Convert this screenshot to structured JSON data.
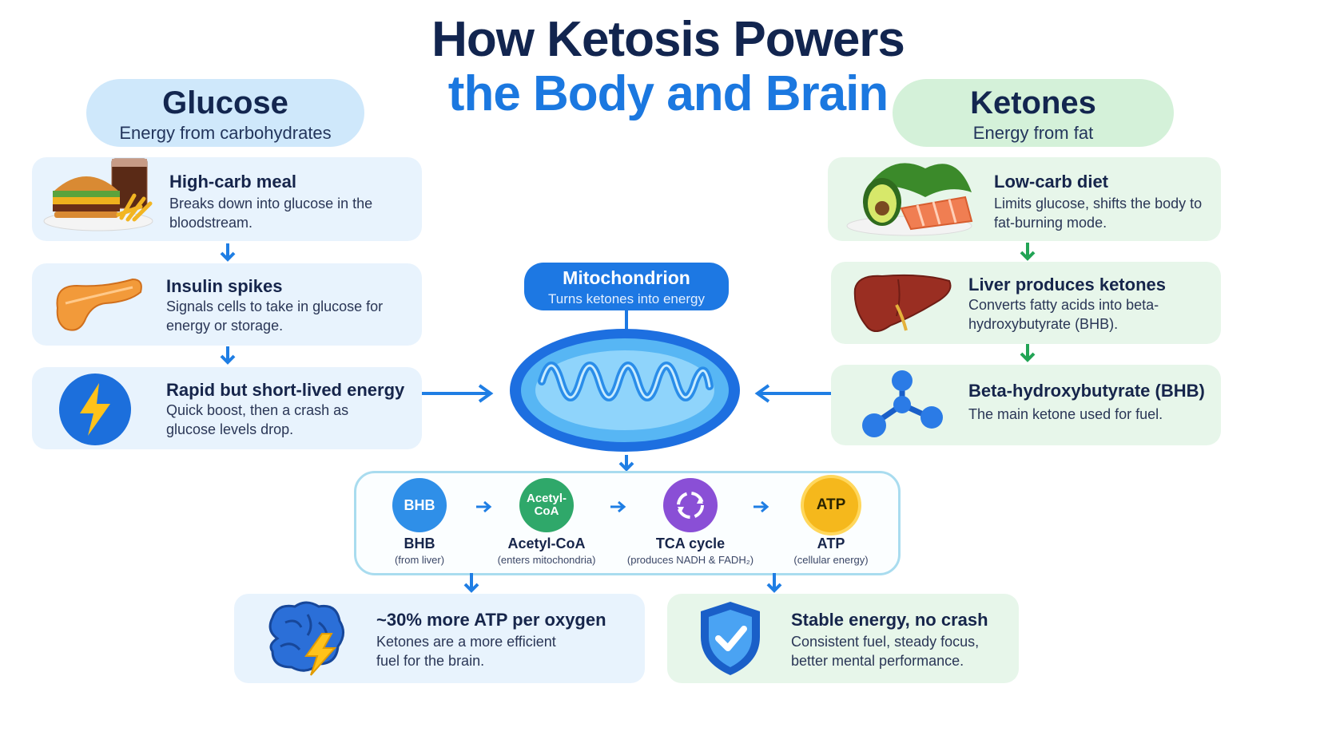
{
  "title": {
    "line1": "How Ketosis Powers",
    "line2": "the Body and Brain"
  },
  "glucose": {
    "heading": "Glucose",
    "subheading": "Energy from carbohydrates",
    "steps": [
      {
        "title": "High-carb meal",
        "text": "Breaks down into glucose in the bloodstream.",
        "icon": "burger-meal-icon"
      },
      {
        "title": "Insulin spikes",
        "text": "Signals cells to take in glucose for energy or storage.",
        "icon": "pancreas-icon"
      },
      {
        "title": "Rapid but short-lived energy",
        "text": "Quick boost, then a crash as glucose levels drop.",
        "icon": "lightning-bolt-icon"
      }
    ]
  },
  "ketones": {
    "heading": "Ketones",
    "subheading": "Energy from fat",
    "steps": [
      {
        "title": "Low-carb diet",
        "text": "Limits glucose, shifts the body to fat-burning mode.",
        "icon": "avocado-salmon-icon"
      },
      {
        "title": "Liver produces ketones",
        "text": "Converts fatty acids into beta-hydroxybutyrate (BHB).",
        "icon": "liver-icon"
      },
      {
        "title": "Beta-hydroxybutyrate (BHB)",
        "text": "The main ketone used for fuel.",
        "icon": "molecule-icon"
      }
    ]
  },
  "mitochondrion": {
    "title": "Mitochondrion",
    "subtitle": "Turns ketones into energy"
  },
  "pathway": [
    {
      "badge": "BHB",
      "label": "BHB",
      "sub": "(from liver)",
      "color": "#2f8fe8"
    },
    {
      "badge": "Acetyl-CoA",
      "label": "Acetyl-CoA",
      "sub": "(enters mitochondria)",
      "color": "#2fa86a"
    },
    {
      "badge": "",
      "label": "TCA cycle",
      "sub": "(produces NADH & FADH₂)",
      "color": "#8a4fd6"
    },
    {
      "badge": "ATP",
      "label": "ATP",
      "sub": "(cellular energy)",
      "color": "#f5b81c"
    }
  ],
  "outcomes": [
    {
      "title": "~30% more ATP per oxygen",
      "text": "Ketones are a more efficient fuel for the brain.",
      "icon": "brain-lightning-icon"
    },
    {
      "title": "Stable energy, no crash",
      "text": "Consistent fuel, steady focus, better mental performance.",
      "icon": "shield-check-icon"
    }
  ],
  "colors": {
    "navy": "#12254f",
    "accent_blue": "#1b78e0",
    "glucose_panel": "#e8f3fd",
    "ketone_panel": "#e7f6ea",
    "arrow_blue": "#1f7ee4",
    "arrow_green": "#22a455"
  }
}
